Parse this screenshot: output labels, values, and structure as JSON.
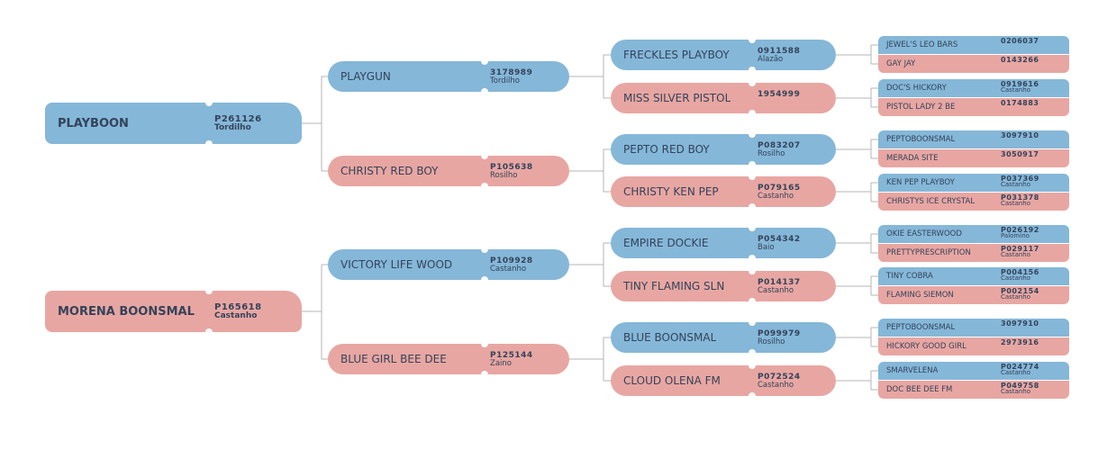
{
  "pedigree": {
    "sire": {
      "name": "PLAYBOON",
      "reg": "P261126",
      "coat": "Tordilho",
      "sex": "male",
      "sire": {
        "name": "PLAYGUN",
        "reg": "3178989",
        "coat": "Tordilho",
        "sex": "male",
        "sire": {
          "name": "FRECKLES PLAYBOY",
          "reg": "0911588",
          "coat": "Alazão",
          "sex": "male",
          "sire": {
            "name": "JEWEL'S LEO BARS",
            "reg": "0206037",
            "coat": "",
            "sex": "male"
          },
          "dam": {
            "name": "GAY JAY",
            "reg": "0143266",
            "coat": "",
            "sex": "female"
          }
        },
        "dam": {
          "name": "MISS SILVER PISTOL",
          "reg": "1954999",
          "coat": "",
          "sex": "female",
          "sire": {
            "name": "DOC'S HICKORY",
            "reg": "0919616",
            "coat": "Castanho",
            "sex": "male"
          },
          "dam": {
            "name": "PISTOL LADY 2 BE",
            "reg": "0174883",
            "coat": "",
            "sex": "female"
          }
        }
      },
      "dam": {
        "name": "CHRISTY RED BOY",
        "reg": "P105638",
        "coat": "Rosilho",
        "sex": "female",
        "sire": {
          "name": "PEPTO RED BOY",
          "reg": "P083207",
          "coat": "Rosilho",
          "sex": "male",
          "sire": {
            "name": "PEPTOBOONSMAL",
            "reg": "3097910",
            "coat": "",
            "sex": "male"
          },
          "dam": {
            "name": "MERADA SITE",
            "reg": "3050917",
            "coat": "",
            "sex": "female"
          }
        },
        "dam": {
          "name": "CHRISTY KEN PEP",
          "reg": "P079165",
          "coat": "Castanho",
          "sex": "female",
          "sire": {
            "name": "KEN PEP PLAYBOY",
            "reg": "P037369",
            "coat": "Castanho",
            "sex": "male"
          },
          "dam": {
            "name": "CHRISTYS ICE CRYSTAL",
            "reg": "P031378",
            "coat": "Castanho",
            "sex": "female"
          }
        }
      }
    },
    "dam": {
      "name": "MORENA BOONSMAL",
      "reg": "P165618",
      "coat": "Castanho",
      "sex": "female",
      "sire": {
        "name": "VICTORY LIFE WOOD",
        "reg": "P109928",
        "coat": "Castanho",
        "sex": "male",
        "sire": {
          "name": "EMPIRE DOCKIE",
          "reg": "P054342",
          "coat": "Baio",
          "sex": "male",
          "sire": {
            "name": "OKIE EASTERWOOD",
            "reg": "P026192",
            "coat": "Palomino",
            "sex": "male"
          },
          "dam": {
            "name": "PRETTYPRESCRIPTION",
            "reg": "P029117",
            "coat": "Castanho",
            "sex": "female"
          }
        },
        "dam": {
          "name": "TINY FLAMING SLN",
          "reg": "P014137",
          "coat": "Castanho",
          "sex": "female",
          "sire": {
            "name": "TINY COBRA",
            "reg": "P004156",
            "coat": "Castanho",
            "sex": "male"
          },
          "dam": {
            "name": "FLAMING SIEMON",
            "reg": "P002154",
            "coat": "Castanho",
            "sex": "female"
          }
        }
      },
      "dam": {
        "name": "BLUE GIRL BEE DEE",
        "reg": "P125144",
        "coat": "Zaino",
        "sex": "female",
        "sire": {
          "name": "BLUE BOONSMAL",
          "reg": "P099979",
          "coat": "Rosilho",
          "sex": "male",
          "sire": {
            "name": "PEPTOBOONSMAL",
            "reg": "3097910",
            "coat": "",
            "sex": "male"
          },
          "dam": {
            "name": "HICKORY GOOD GIRL",
            "reg": "2973916",
            "coat": "",
            "sex": "female"
          }
        },
        "dam": {
          "name": "CLOUD OLENA FM",
          "reg": "P072524",
          "coat": "Castanho",
          "sex": "female",
          "sire": {
            "name": "SMARVELENA",
            "reg": "P024774",
            "coat": "Castanho",
            "sex": "male"
          },
          "dam": {
            "name": "DOC BEE DEE FM",
            "reg": "P049758",
            "coat": "Castanho",
            "sex": "female"
          }
        }
      }
    }
  },
  "colors": {
    "male": "#85b7d8",
    "female": "#e8a6a2",
    "text": "#33435a",
    "connector": "#b4b4b4"
  }
}
